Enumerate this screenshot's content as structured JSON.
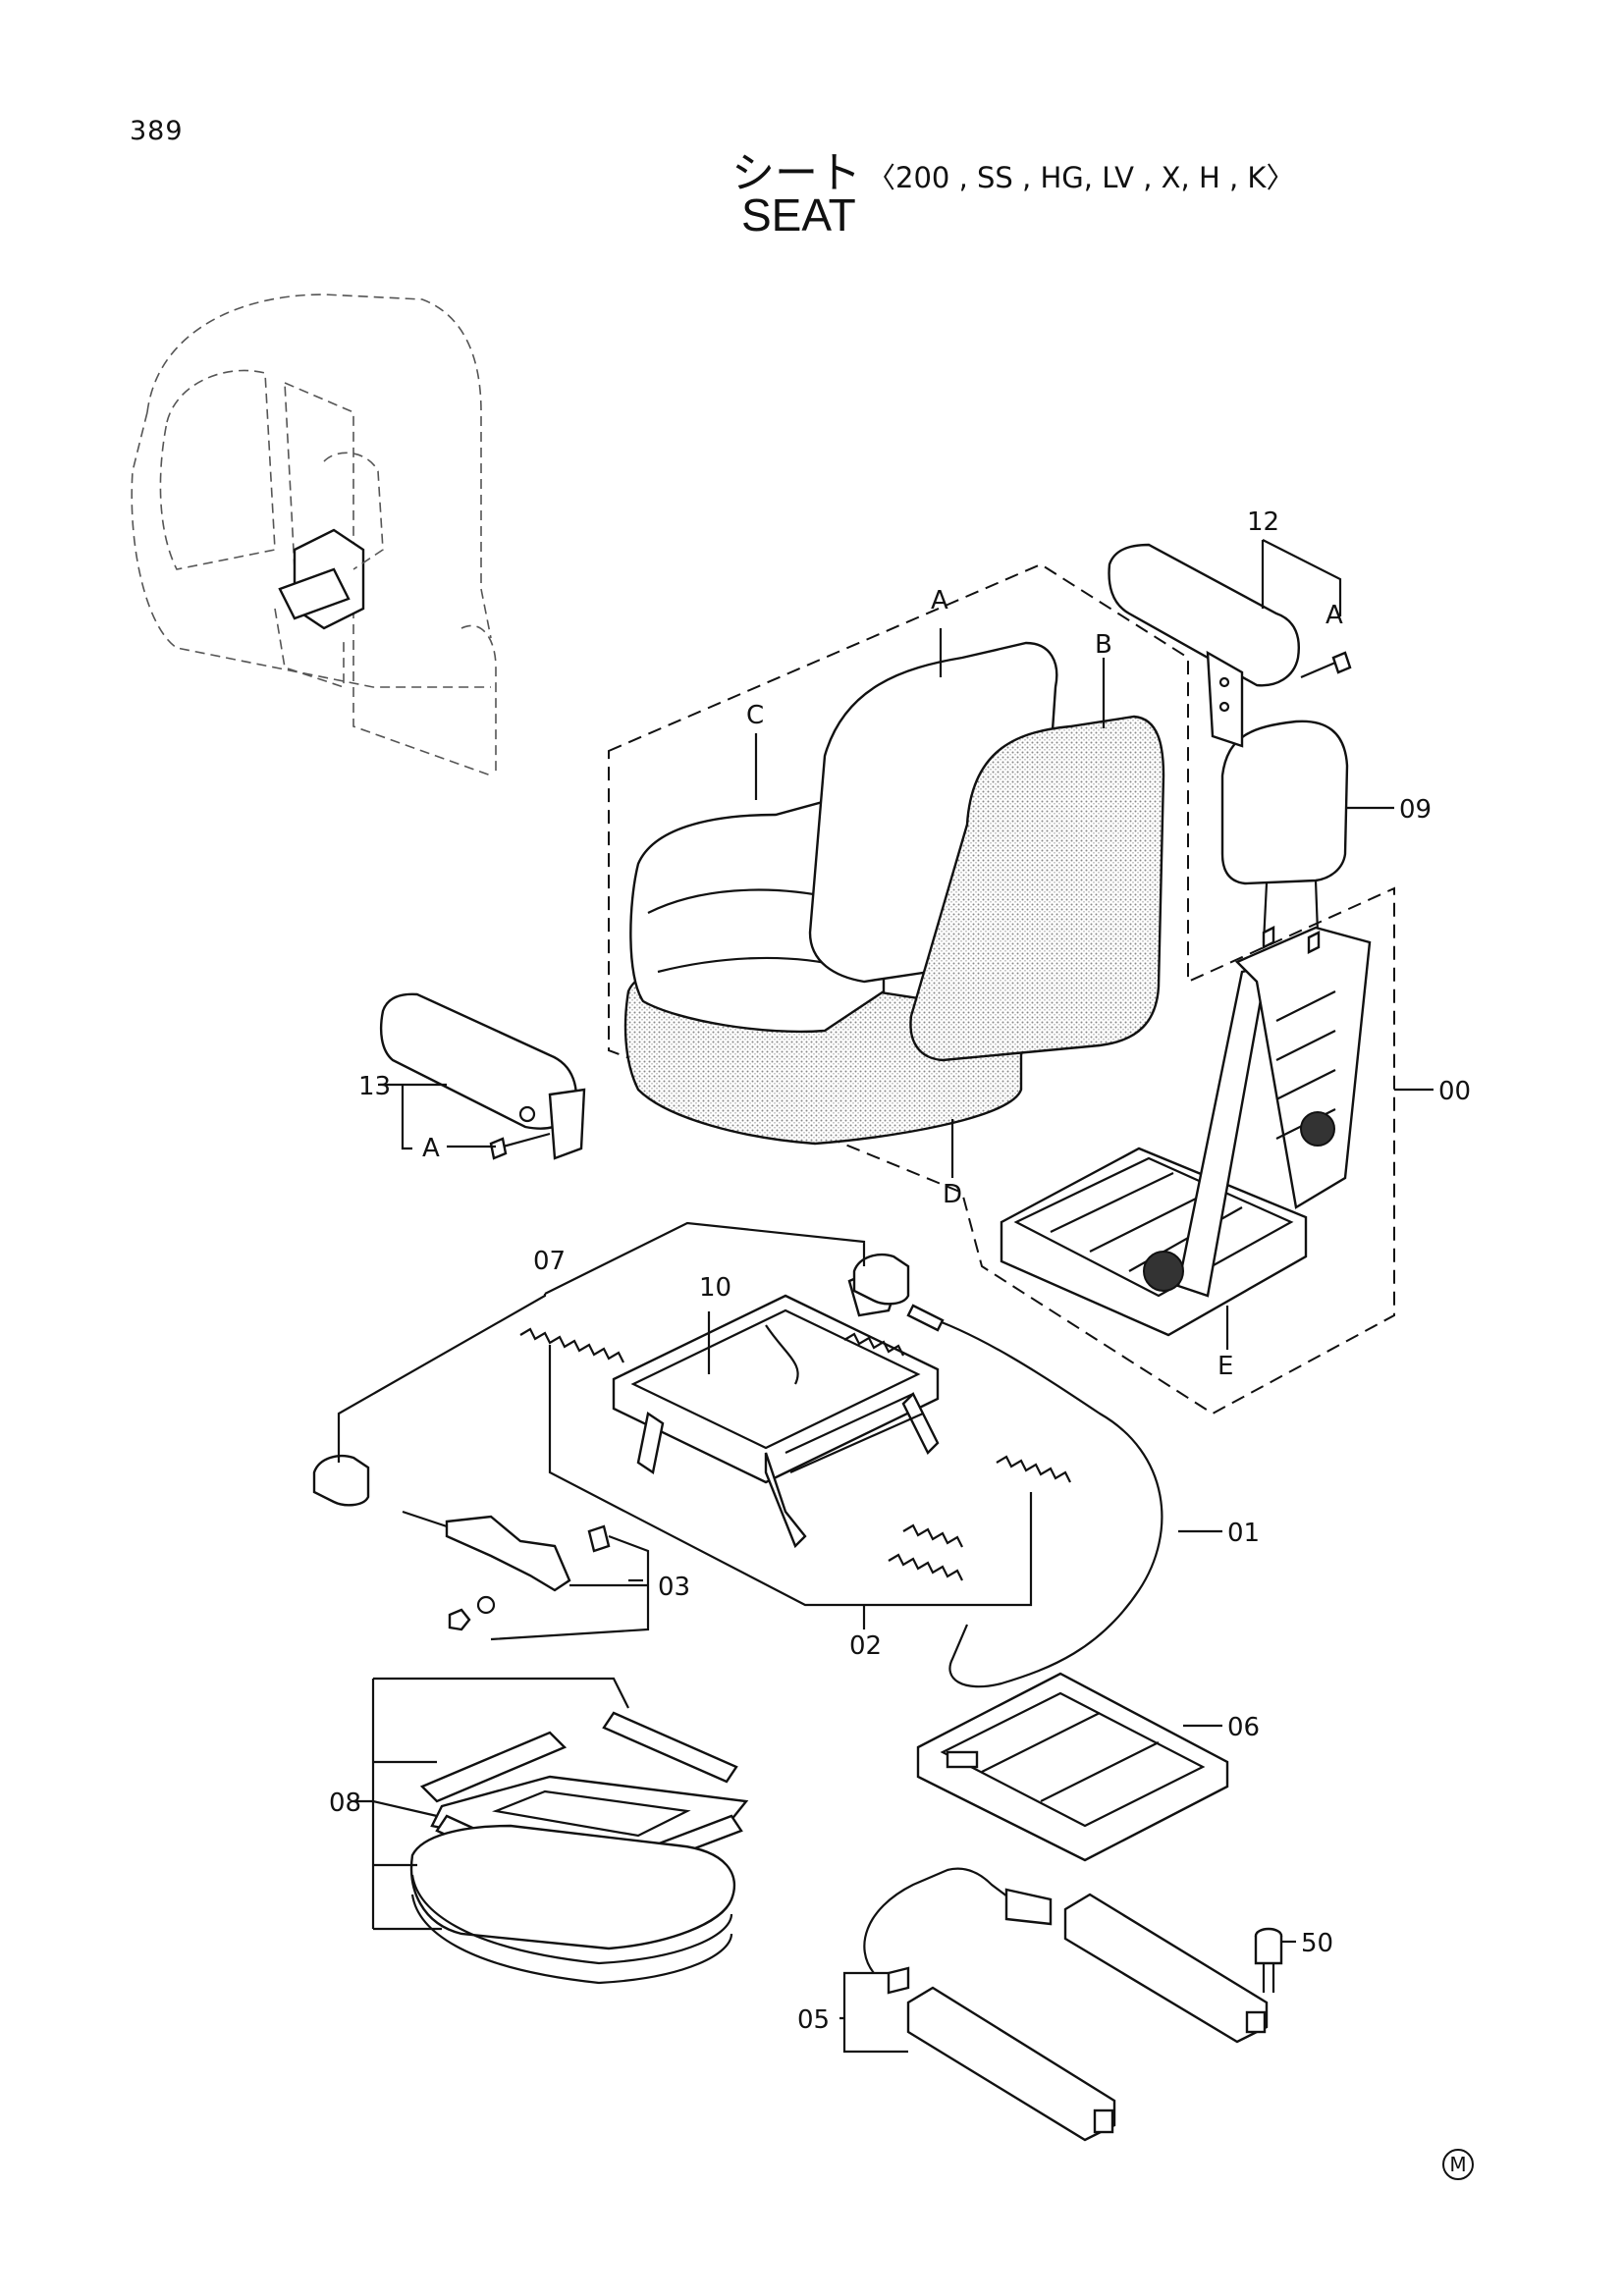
{
  "page_number": "389",
  "title": {
    "jp": "シート",
    "models": "〈200 , SS , HG, LV , X, H , K〉",
    "en": "SEAT"
  },
  "callouts": {
    "p12": "12",
    "pA_top": "A",
    "p09": "09",
    "p00": "00",
    "sA": "A",
    "sB": "B",
    "sC": "C",
    "sD": "D",
    "sE": "E",
    "p13": "13",
    "pA_left": "A",
    "p07": "07",
    "p10": "10",
    "p01": "01",
    "p03": "03",
    "p02": "02",
    "p06": "06",
    "p08": "08",
    "p50": "50",
    "p05": "05"
  },
  "mark": "M"
}
